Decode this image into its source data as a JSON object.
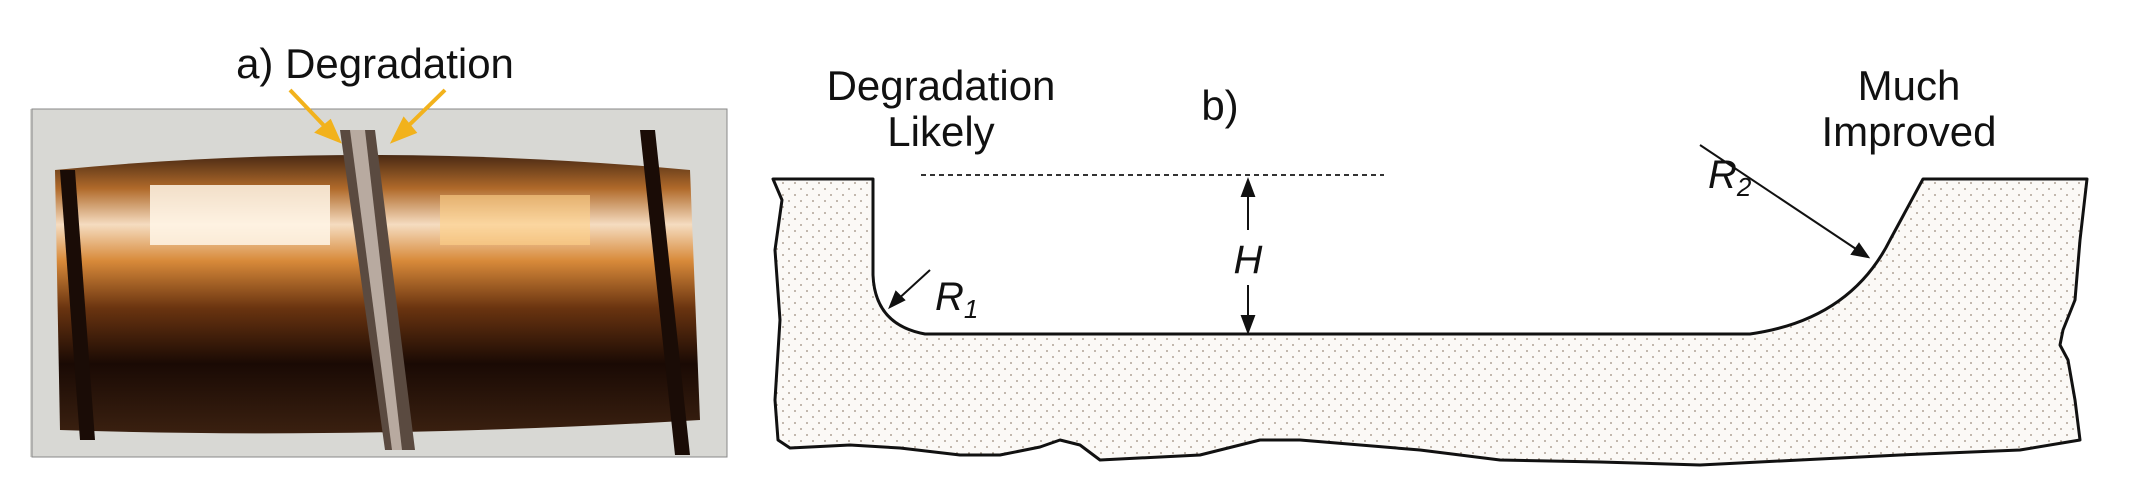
{
  "panel_a": {
    "label": "a) Degradation",
    "arrow_color": "#f2b21c"
  },
  "panel_b": {
    "label": "b)",
    "left_note": [
      "Degradation",
      "Likely"
    ],
    "right_note": [
      "Much",
      "Improved"
    ],
    "height_symbol": "H",
    "radius1": {
      "symbol": "R",
      "subscript": "1"
    },
    "radius2": {
      "symbol": "R",
      "subscript": "2"
    }
  }
}
